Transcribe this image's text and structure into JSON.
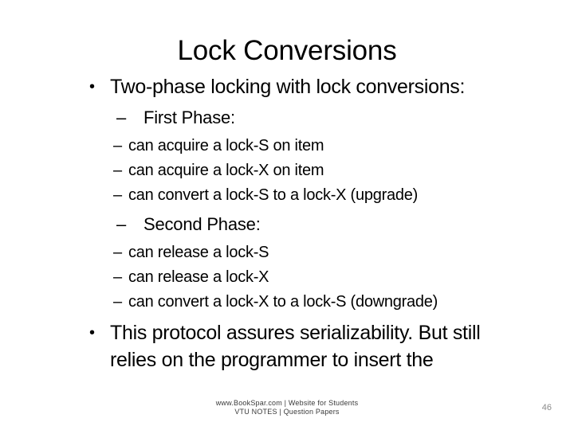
{
  "slide": {
    "title": "Lock Conversions",
    "page_number": "46",
    "bullet_glyph": "•",
    "dash_glyph": "–",
    "content": {
      "bullet1": "Two-phase locking with lock conversions:",
      "first_phase_heading": "First Phase:",
      "first_phase_items": [
        "can acquire a lock-S on item",
        "can acquire a lock-X on item",
        "can convert a lock-S to a lock-X (upgrade)"
      ],
      "second_phase_heading": "Second Phase:",
      "second_phase_items": [
        "can release a lock-S",
        "can release a lock-X",
        "can convert a lock-X to a lock-S  (downgrade)"
      ],
      "bullet2_line1": "This protocol assures serializability. But still",
      "bullet2_line2": "relies on the programmer to insert the"
    },
    "watermark": {
      "line1": "www.BookSpar.com | Website for Students",
      "line2": "VTU NOTES | Question Papers",
      "color": "#3a3a3a"
    },
    "colors": {
      "background": "#ffffff",
      "text": "#000000",
      "page_number": "#8a8a8a"
    }
  }
}
